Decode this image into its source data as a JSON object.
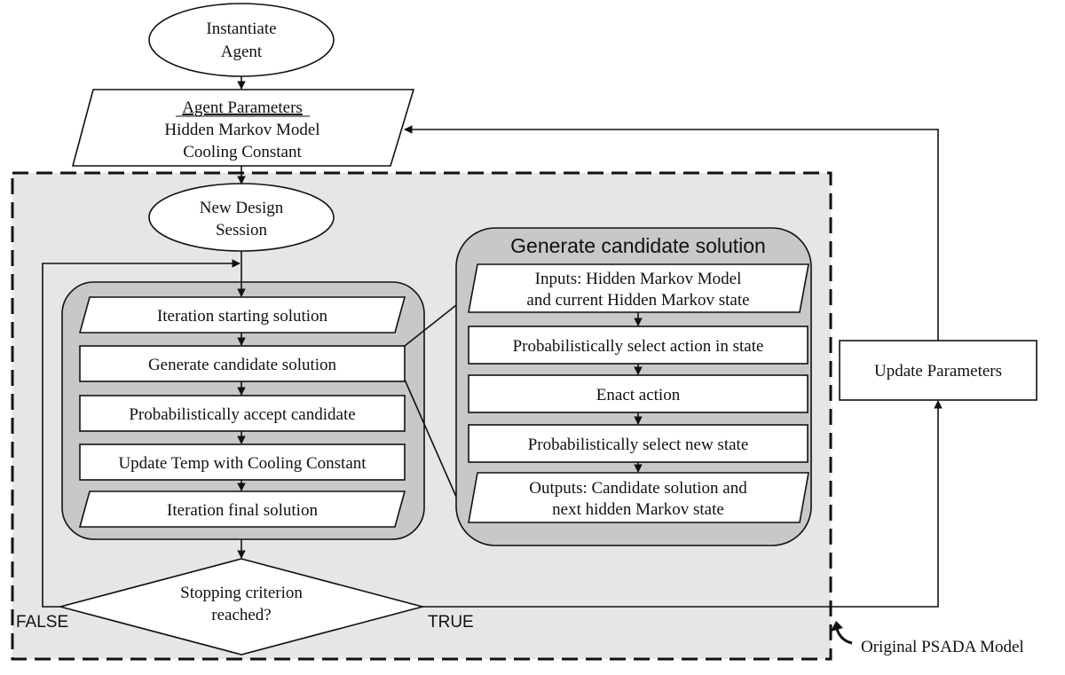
{
  "nodes": {
    "instantiate": [
      "Instantiate",
      "Agent"
    ],
    "agent_params_heading": "Agent Parameters",
    "agent_params_lines": [
      "Hidden Markov Model",
      "Cooling Constant"
    ],
    "new_session": [
      "New Design",
      "Session"
    ],
    "iter_start": "Iteration starting solution",
    "gen_candidate": "Generate candidate solution",
    "prob_accept": "Probabilistically accept candidate",
    "update_temp": "Update Temp with Cooling Constant",
    "iter_final": "Iteration final solution",
    "stopping": [
      "Stopping criterion",
      "reached?"
    ],
    "update_params": "Update Parameters"
  },
  "subprocess": {
    "title": "Generate candidate solution",
    "inputs": [
      "Inputs: Hidden Markov Model",
      "and current Hidden Markov state"
    ],
    "select_action": "Probabilistically select action in state",
    "enact": "Enact action",
    "select_state": "Probabilistically select new state",
    "outputs": [
      "Outputs: Candidate solution and",
      "next hidden Markov state"
    ]
  },
  "labels": {
    "false": "FALSE",
    "true": "TRUE",
    "original_model": "Original PSADA Model"
  },
  "colors": {
    "outer_region": "#e6e6e6",
    "inner_panel": "#c8c8c8",
    "box_fill": "#ffffff",
    "stroke": "#111111"
  }
}
